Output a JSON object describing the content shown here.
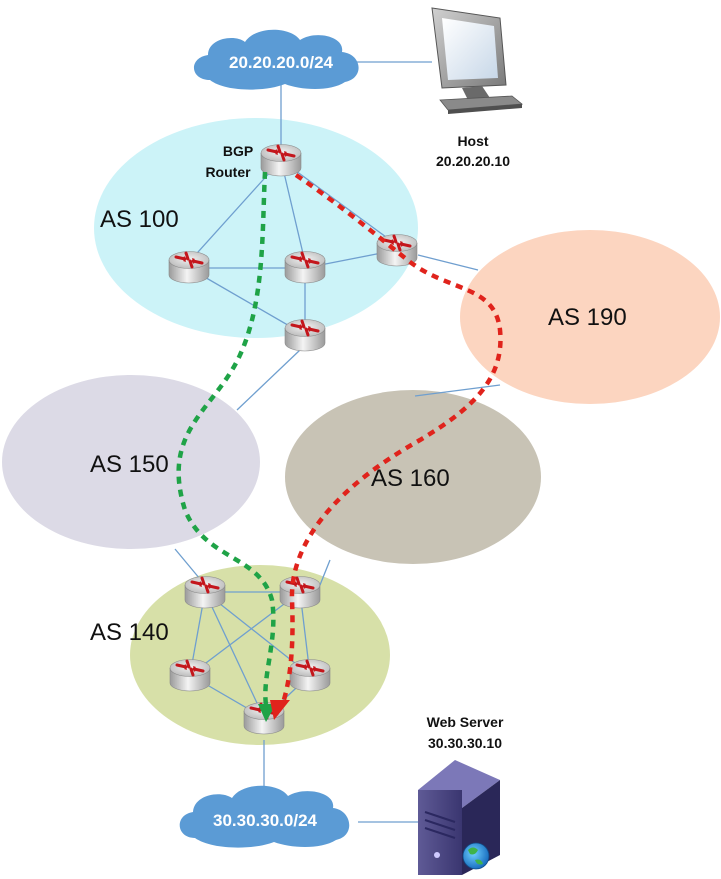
{
  "clouds": {
    "top": {
      "label": "20.20.20.0/24"
    },
    "bottom": {
      "label": "30.30.30.0/24"
    }
  },
  "host": {
    "title": "Host",
    "ip": "20.20.20.10"
  },
  "web_server": {
    "title": "Web Server",
    "ip": "30.30.30.10"
  },
  "bgp_router": {
    "line1": "BGP",
    "line2": "Router"
  },
  "as_regions": {
    "as100": {
      "label": "AS 100",
      "color": "#ccf3f8"
    },
    "as190": {
      "label": "AS 190",
      "color": "#fcd5c0"
    },
    "as150": {
      "label": "AS 150",
      "color": "#dcdae6"
    },
    "as160": {
      "label": "AS 160",
      "color": "#c8c3b5"
    },
    "as140": {
      "label": "AS 140",
      "color": "#d7e0a8"
    }
  },
  "paths": {
    "green_color": "#1fa347",
    "red_color": "#e0231c"
  },
  "colors": {
    "cloud": "#5b9bd5",
    "link": "#6f9fcf"
  }
}
